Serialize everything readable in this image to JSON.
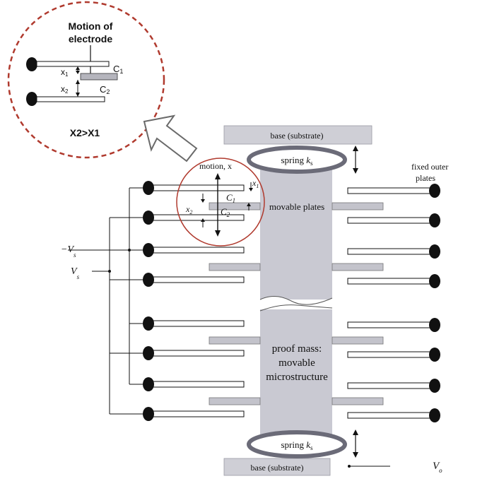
{
  "inset": {
    "title_line1": "Motion of",
    "title_line2": "electrode",
    "gap1": "x",
    "gap1_sub": "1",
    "gap2": "x",
    "gap2_sub": "2",
    "cap1": "C",
    "cap1_sub": "1",
    "cap2": "C",
    "cap2_sub": "2",
    "relation": "X2>X1"
  },
  "labels": {
    "base_top": "base (substrate)",
    "base_bottom": "base (substrate)",
    "spring_top": "spring",
    "spring_bottom": "spring",
    "spring_k": "k",
    "spring_k_sub": "s",
    "motion": "motion, x",
    "movable_plates": "movable plates",
    "fixed_outer_line1": "fixed outer",
    "fixed_outer_line2": "plates",
    "proof_line1": "proof mass:",
    "proof_line2": "movable",
    "proof_line3": "microstructure",
    "neg_vs": "−V",
    "neg_vs_sub": "s",
    "pos_vs": "V",
    "pos_vs_sub": "s",
    "vo": "V",
    "vo_sub": "o",
    "c1": "C",
    "c1_sub": "1",
    "c2": "C",
    "c2_sub": "2",
    "x1": "x",
    "x1_sub": "1",
    "x2": "x",
    "x2_sub": "2"
  },
  "colors": {
    "substrate": "#cfcfd6",
    "proof_mass": "#c9c9d2",
    "spring_ring": "#6b6b78",
    "ink": "#111111",
    "callout_circle": "#b03a2e"
  }
}
